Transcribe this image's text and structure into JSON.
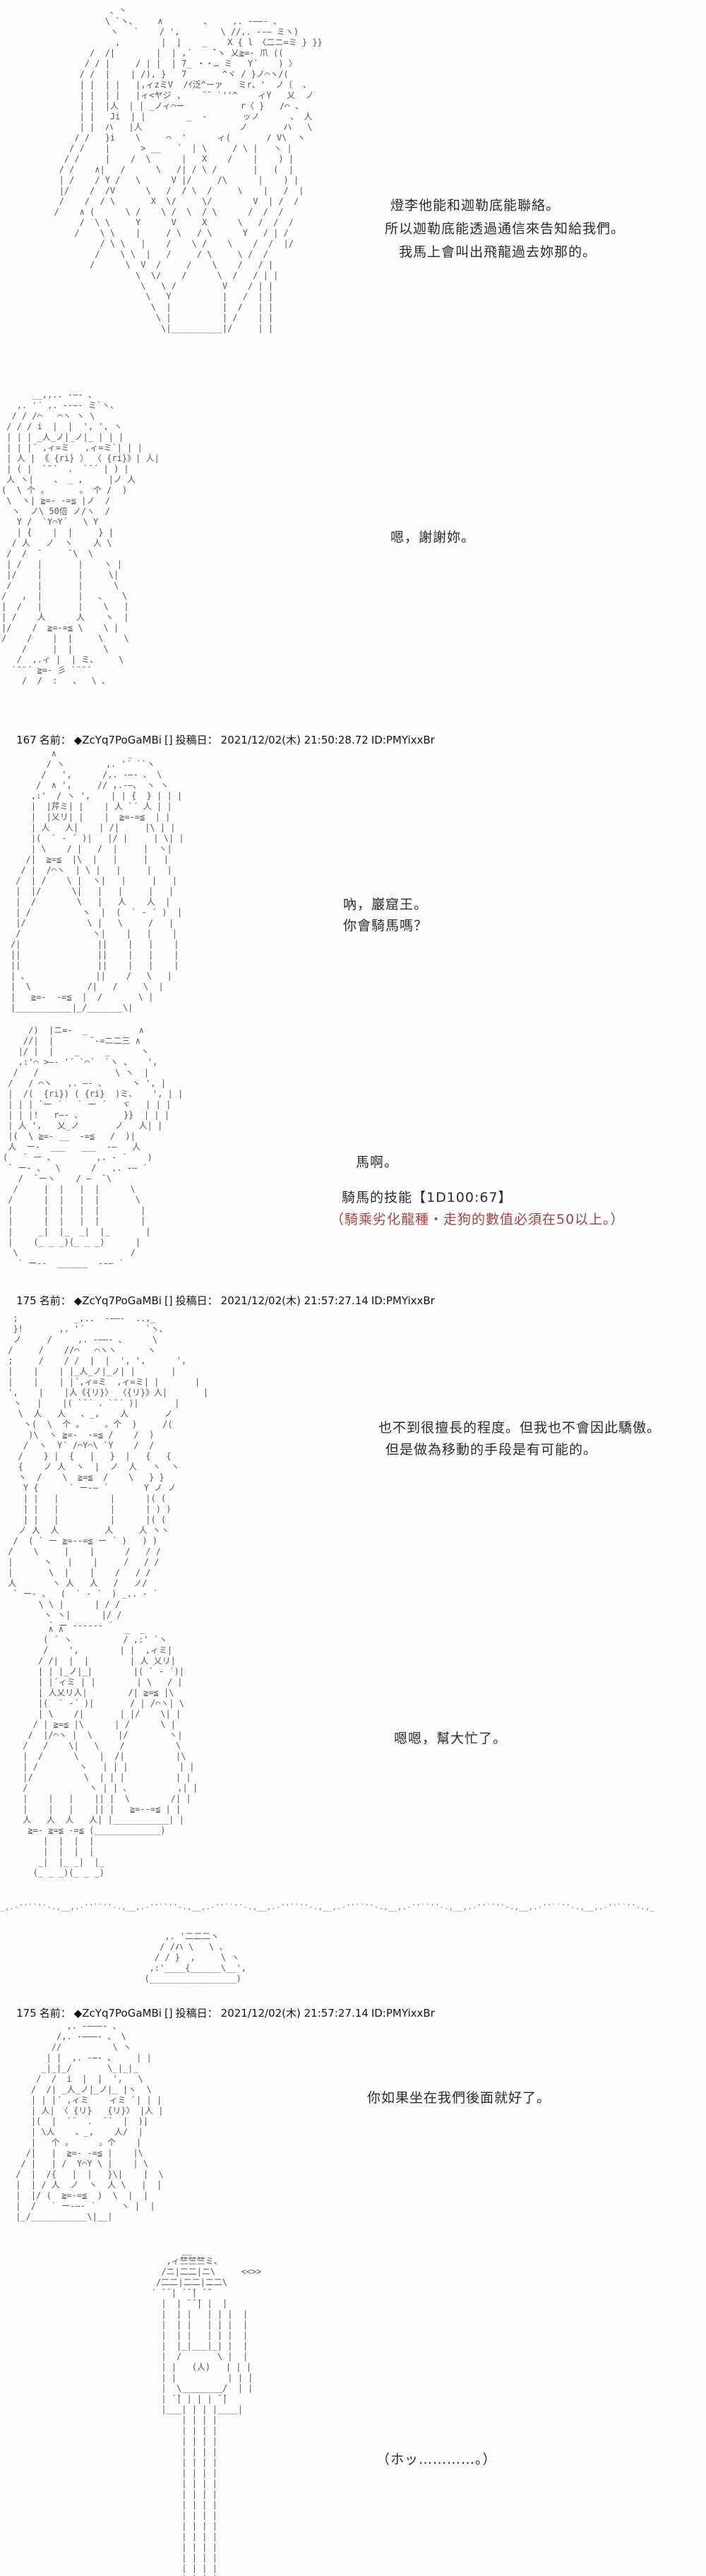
{
  "page": {
    "background": "#fdfdfd",
    "text_color": "#2b2b2b",
    "red_color": "#a34444",
    "aa_color": "#565656"
  },
  "headers": [
    {
      "post_number": "167",
      "name_label": "名前：",
      "tripcode": "◆ZcYq7PoGaMBi",
      "bracket": "[]",
      "date_label": "投稿日：",
      "datetime": "2021/12/02(木) 21:50:28.72",
      "poster_id": "ID:PMYixxBr"
    },
    {
      "post_number": "175",
      "name_label": "名前：",
      "tripcode": "◆ZcYq7PoGaMBi",
      "bracket": "[]",
      "date_label": "投稿日：",
      "datetime": "2021/12/02(木) 21:57:27.14",
      "poster_id": "ID:PMYixxBr"
    },
    {
      "post_number": "175",
      "name_label": "名前：",
      "tripcode": "◆ZcYq7PoGaMBi",
      "bracket": "[]",
      "date_label": "投稿日：",
      "datetime": "2021/12/02(木) 21:57:27.14",
      "poster_id": "ID:PMYixxBr"
    }
  ],
  "dialogues": [
    {
      "text": "燈李他能和迦勒底能聯絡。"
    },
    {
      "text": "所以迦勒底能透過通信來告知給我們。"
    },
    {
      "text": "我馬上會叫出飛龍過去妳那的。"
    },
    {
      "text": "嗯，謝謝妳。"
    },
    {
      "text": "吶，巖窟王。"
    },
    {
      "text": "你會騎馬嗎？"
    },
    {
      "text": "馬啊。"
    },
    {
      "text": "騎馬的技能【1D100:67】"
    },
    {
      "text": "（騎乘劣化龍種・走狗的數值必須在50以上。）"
    },
    {
      "text": "也不到很擅長的程度。但我也不會因此驕傲。"
    },
    {
      "text": "但是做為移動的手段是有可能的。"
    },
    {
      "text": "嗯嗯，幫大忙了。"
    },
    {
      "text": "你如果坐在我們後面就好了。"
    },
    {
      "text": "（ホッ…………。）"
    }
  ],
  "aa_blocks": {
    "aa1": {
      "description": "ascii-art girl with long flowing hair and hair ornament",
      "lines": [
        "             、丶",
        "            \\ `ヽ、    ∧        、    ,. -――- 、",
        "             ヽ   `    / ',        \\ //,. -‐― ミヽ)",
        "              ,        |  |    _    X { l 〈二ニ=ミ } }}",
        "         /  /|        |  | ,´    ̄`ヽ 乂≧=- 爪 ((",
        "        / / |     / | |  | 7_ ・・… ミ   Y´    ) 〉",
        "       / /  |    | /), }   7       ^ヾ / }ノ⌒ヽ/(",
        "       | |  | |   |,ィzミV  /ｲ泛^ーァ   ミr、'  ノ〔  、",
        "       | |  | |   |ィ<ヤジ ,    ¨¨ `''^    ィY   乂  ノ",
        "       | |  |人  | | _ノィ⌒ー           r〈 }   /⌒ 、",
        "       | |   Ji  | |        _  -       ッノ      、 人",
        "       | |  ハ   |人                   ノ       ハ   \\",
        "      / /   }i    \\     ⌒  '      ィ(       / V\\  ヽ",
        "     / /    |      > __   ´  | \\     / \\ |   ヽ |",
        "    / /     |    /  \\      |   X    /    |    ) |",
        "   / /    ∧|   /      \\   /| / \\ /       |   (  |",
        "   | /    / Y /   \\      V |/     /\\      |    ) |",
        "   |/    /  /V      \\   /  / \\  /     \\    |   /  |",
        "   /    /  / \\       X  \\/     \\/        V  | /  /",
        "  /    ∧ (      \\ /    \\ /  \\  / \\      /  /  /",
        "       /  \\ \\     Y      V     X      \\   /  /  /",
        "      /    \\ \\    |     / \\   / \\      Y   / | /",
        "           / \\ \\   |    /    \\ /    \\    /  /  |/",
        "          /    \\ \\  |   /     / \\     \\ /  /",
        "         /      \\  V  /     /    \\    /   / |",
        "                  \\  \\/    /      \\  /   / | |",
        "                   \\   \\ /         V    / | |",
        "                    \\   Y          |   /  | |",
        "                     \\  |          |  /   | |",
        "                      \\ |          | /    | |",
        "                       \\|__________|/     | |"
      ]
    },
    "aa2": {
      "description": "ascii-art girl facing forward",
      "lines": [
        "      __,,.. -―- 、",
        "   ,. '´ ,. -‐―- ミ`ヽ、",
        "  / / /⌒   ⌒ヽ ヽ \\",
        " / / / i  |  |  ', ', ヽ",
        " | | | _人_ノ|_ノ|_ | | |",
        " | | |´ ,ィ=ミ   ,ィ=ミ`| | |",
        " | 人 | 《 {ri} 〉 〈 {ri}》| 人|",
        " | ( |  `¨´  .  `¨´ | ) |",
        " 人 ヽ|    、 _ ,     |ノ 人",
        "(  \\ 个 。      。 个 /  )",
        " \\  ヽ| ≧=- -=≦ |ノ  /",
        "  ヽ  ノ\\ 50倍 ノ/ヽ  /",
        "   Y /  `Y⌒Y´   \\ Y",
        "   | {    |  |     } |",
        "  / 人   ノ  ヽ    人 \\",
        " /  /  ̄      ̄ \\  \\",
        " | /   |       |    ヽ |",
        " |/    |       |     \\|",
        " /     |       |      \\",
        "/   ,  |       |   、   \\",
        "|  /   |       |    \\   |",
        "| /    人      人    ヽ  |",
        "|/    /  ≧=-=≦ \\    \\ |",
        "/    /    |  |     \\    \\",
        "    /     |  |      \\",
        "   /  ,.ィ |  | ミ、    \\",
        "  `¨¨´ ≧=- 彡 `¨¨´",
        "    /  /  :   、  \\ 、"
      ]
    },
    "aa3": {
      "description": "ascii-art two figures talking",
      "lines": [
        "        ∧              _",
        "       / ヽ        ,. '´ ``ヽ",
        "      /   ',      /,. -―- 、 \\",
        "     /  ∧ ',     // ,.-―、 ヽ ヽ",
        "    ,:'  / ヽ ',    | | {  } | | |",
        "    |  |芹ミ| |    | 人 `´ 人 | |",
        "    |  |乂リ| |    |  ≧=-=≦  | |",
        "    | 人   人|    | /|     |\\ | |",
        "    |(  ` - ´ )|   |/ |     | \\| |",
        "    | \\    / |   /  |     |  ヽ|",
        "   /|  ≧=≦  |\\  |   |     |   |",
        "  / |  /⌒ヽ  | \\ |   |     |   |",
        " /  | /    \\ |  ヽ|   |     |   |",
        " |  |/      \\|   |   |     |   |",
        " |  /        \\   |   人    人  |",
        " | /          ヽ  |  (  ` - ´ )  |",
        " |/            \\ |   \\     /   |",
        " /              ヽ|    |   |    |",
        "/|               ||    |   |    |",
        "||               ||    |   |    |",
        "||               ||    |   |    |",
        "| 、             ||    /   \\   |",
        "|  \\           /|   /     \\  |",
        "|   ≧=-  -=≦  |  /       \\ |",
        "|___________|_/_______\\|"
      ]
    },
    "aa4": {
      "description": "ascii-art wide creature (horse/dragon) with rider",
      "lines": [
        "     /)  |ニ=-  _          ∧",
        "    //|  |       ̄ -=ニ二三 ∧",
        "   |/ |  |    _     _      ヽ",
        "   ,:'⌒ >―‐ '´ `⌒´  `ヽ 、   ',",
        "  /   /               \\ ヽ  |",
        " /   / ⌒ヽ   ,. ―- 、     ヽ ', |",
        " |  /(  {ri}) ( {ri}  )ミ、   ', | |",
        " | | | `ー ´   ` ー ´   ヾ   | | |",
        " | | |!   r―‐ 、        }}  | | |",
        " | 人 ',   乂_ノ       ノ   人| |",
        " |(  \\ ≧=- __  -=≦   /  )|",
        " 人  ー-  ___   ___  -―   人",
        "(   ` ー 、        ,. - ´    )",
        " ` ー- 、  \\      /   ,. -― ´",
        "   /  ̄ ーヽ    / ―  ̄ \\",
        "  /     |  |   |  |      \\",
        " /      |  |   |  |       \\",
        " |      |  |   |  |        |",
        " |      |  |   |  |        |",
        " |     _|  |_  _|  |_       |",
        " |    (_ _ _)(_ _ _)      |",
        "  \\                      /",
        "   ` ー--  ______  --― ´"
      ]
    },
    "aa5": {
      "description": "ascii-art close-up of girl with wavy hair",
      "lines": [
        "  ;           _,..  -――-  ..,_",
        "  }!       ,. '´            `ヽ、",
        "  ノ     /     ,. -――- 、     \\",
        " /     /    //⌒   ⌒ヽヽ      ヽ",
        " ;     /    / /  |  |  ', ',      ',",
        " |    |    | |_人_ノ|_ノ| |       |",
        " |    |    | |´,ィ=ミ  ,ィ=ミ| |       |",
        " ',    |    |人《{リ}〉 〈{リ}》人|       |",
        "  ヽ   |    |( `¨´ . `¨´ )|       |",
        "   \\  人   人   、_,    人       ノ",
        "    ヽ(  \\  个 。    。个  )     /(",
        "     )\\  ヽ ≧=-  -=≦ /    /  )",
        "    /  ヽ  Y´ /⌒Y⌒\\ `Y    /  /",
        "   /    } |  {   |   }  |   {   {",
        "   {    ノ 人  ヽ  |  ノ  人   ヽ  ヽ",
        "   ヽ  /    \\  ≧=≦  /    \\   } }",
        "    Y {      ` ー-― ´       Y ノ ノ",
        "    | |   |          |      |( (",
        "    | |   |          |      | ) )",
        "    | |   |          |      |( (",
        "   ノ 人  人         人     人 ヽヽ",
        "  /  ( ` ー ≧=--=≦ ー ´ )   ) )",
        " /    \\     |    |      /   / /",
        " |      ヽ   |    |     /   / /",
        " |       \\  |    |    /   / /",
        " 人       ヽ 人   人   /   ノ/",
        "  ` ー- 、  (  ` - ´  ) _,. - ´",
        "       \\ \\ |      | / /",
        "        ヽ ヽ|      |/ /",
        "         ` ー ------ ´"
      ]
    },
    "aa6": {
      "description": "ascii-art two small standing figures",
      "lines": [
        "      ∧ ∧            _  _",
        "     ( ´ ヽ          / ,:' `ヽ",
        "     /    ',        | |  ,ィミ|",
        "    / /|  |  |        | 人 乂リ|",
        "    | | |_ノ|_|        |( ` - ´)|",
        "    | |´ィミ | |        | \\   / |",
        "    | 人乂リ人|        /| ≧=≦ |\\",
        "    |(  ` -´ )|       / | /⌒ヽ| \\",
        "    | \\    /|       | |/    \\| |",
        "   / | ≧=≦ |\\      | /      \\ |",
        "  /  |/⌒ヽ |  \\     |/        ヽ|",
        " /   /    \\|   \\    /          \\",
        " |  /      \\    |  /|          |\\",
        " | /        ヽ   | | |          | |",
        " |/          \\  | | |          | |",
        " /            ヽ | | 、         ,| |",
        " |    |   |    || |  \\        /| |",
        " |    |   |    || |   ≧=--=≦ | |",
        " 人   人  人   人| |___________| |",
        "  ≧=- ≧=≦ -=≦ (_____________)",
        "     |  |  |  |",
        "     |  |  |  |",
        "    _|  |_ _|  |_",
        "   (_ _ _)(_ _ _)",
        "",
        ""
      ]
    },
    "aa6b": {
      "description": "ascii-art small hat / trapezoid object on ground",
      "lines": [
        "      ,. '二二二ヽ",
        "     / /ハ \\   \\ 、",
        "    / / }  ,     \\ ヽ",
        "   ,:'____{______\\__',",
        "  (_________________)"
      ]
    },
    "aa7": {
      "description": "ascii-art girl with beret",
      "lines": [
        "           ,. -―――- 、",
        "         /,. -―――- 、 \\",
        "        //          \\ ヽ",
        "       | |  ,. -―- 、    | |",
        "      _|_|_/       \\_|_|_",
        "     /  /  i  |  |  ',   \\",
        "    /  /| _人_ノ|_ノ|_ |ヽ  \\",
        "    | | |´ ,ィミ    ィミ `| | |",
        "    | 人| 〈 {リ}   {リ}〉 |人 |",
        "    |(  |  `¨  .  ¨´  |  )|",
        "    | \\人    、_,    人/  |",
        "    |   个 。     。个    |",
        "   /|   |  ≧=- -=≦ |    |\\",
        "  / |   | /  Y⌒Y \\ |    | \\",
        " /  |  /{   |  |   }\\|    |  \\",
        " |  | / 人  ノ  ヽ  人 \\   |  |",
        " |  |/ (  ≧=-=≦  )  \\  |  |",
        " |  /   ` ー-―- ´     ヽ |  |",
        " |_/___________\\|__|"
      ]
    },
    "aa8": {
      "description": "ascii-art stone lantern / lamp post",
      "lines": [
        "          __",
        "       ,ィ竺竺竺ミ、",
        "      /ニ|二二|ニ\\     <<>>",
        "     /二二|二二|二二\\",
        "    ´ ̄ ̄ | ̄ ̄ ̄| ̄ ̄`",
        "      |  | ̄ ̄ ̄| |  |",
        "      |  | |   | | |  |",
        "      |  | |   | | |  |",
        "      |  | |   | | |  |",
        "      |  |_|___|_| |  |",
        "      |  /       \\ |  |",
        "      | |   (人)   | | |",
        "      | |          | | |",
        "      |  \\________/  | |",
        "      | ̄ ̄| | | | ̄ ̄|",
        "      |___| | | |____|",
        "          | | | |",
        "          | | | |",
        "          | | | |",
        "          | | | |",
        "          | | | |",
        "          | | | |",
        "          | | | |",
        "          | | | |",
        "          | | | |",
        "          | | | |",
        "          | | | |",
        "          | | | |",
        "          | | | |",
        "          | | | |",
        "          | | | |",
        "          | | | |",
        "        __| | | |__",
        "       /___=====___\\",
        "      |=============|",
        "     /_______________\\",
        "    (_________________)",
        "    |=================|",
        "   (___________________)"
      ]
    },
    "ground": {
      "description": "dotted ground line across page",
      "lines": [
        "_,.-''``''-.,__,.-''``''-.,__,.-''``''-.,__,.-''``''-.,__,.-''``''-.,__,.-''``''-.,__,.-''``''-.,__,.-''``''-.,__,.-''``''-.,__,.-''``''-.,_"
      ]
    }
  }
}
